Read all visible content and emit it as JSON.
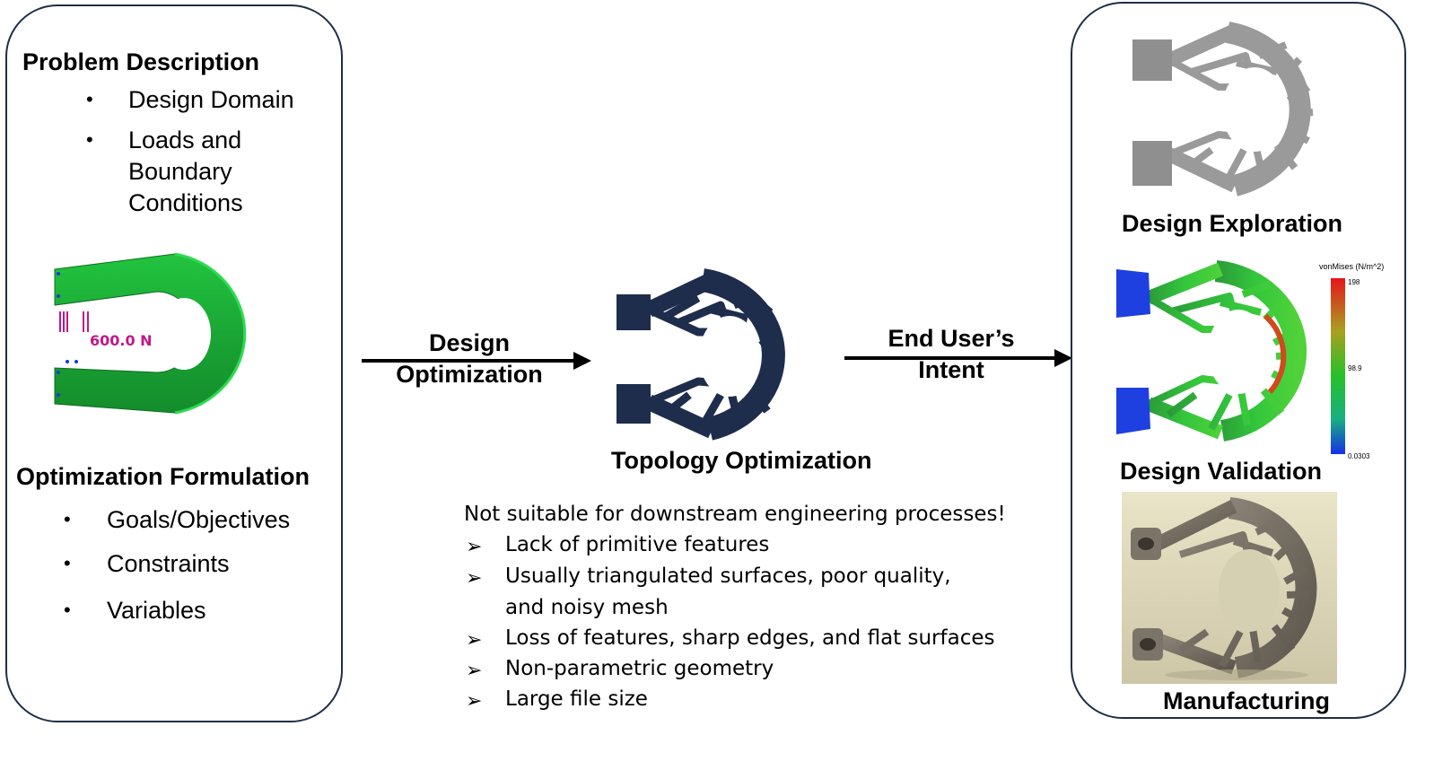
{
  "left_panel": {
    "problem_title": "Problem Description",
    "problem_items": [
      "Design Domain",
      "Loads and Boundary Conditions"
    ],
    "load_label": "600.0 N",
    "formulation_title": "Optimization Formulation",
    "formulation_items": [
      "Goals/Objectives",
      "Constraints",
      "Variables"
    ]
  },
  "center": {
    "arrow1_label": "Design Optimization",
    "arrow2_label": "End User’s Intent",
    "topology_caption": "Topology Optimization",
    "note_title": "Not suitable for downstream engineering processes!",
    "note_items": [
      "Lack of primitive features",
      "Usually triangulated surfaces, poor quality, and noisy mesh",
      "Loss of features, sharp edges, and flat surfaces",
      "Non-parametric geometry",
      "Large file size"
    ]
  },
  "right_panel": {
    "exploration_caption": "Design Exploration",
    "validation_caption": "Design Validation",
    "manufacturing_caption": "Manufacturing",
    "legend_title": "vonMises (N/m^2)",
    "legend_max": "198",
    "legend_mid": "98.9",
    "legend_min": "0.0303"
  },
  "colors": {
    "panel_border": "#1f2e45",
    "green_domain": "#1fb53a",
    "load_magenta": "#c0188a",
    "topology_navy": "#1f2d4c",
    "exploration_gray": "#9a9a9a"
  }
}
